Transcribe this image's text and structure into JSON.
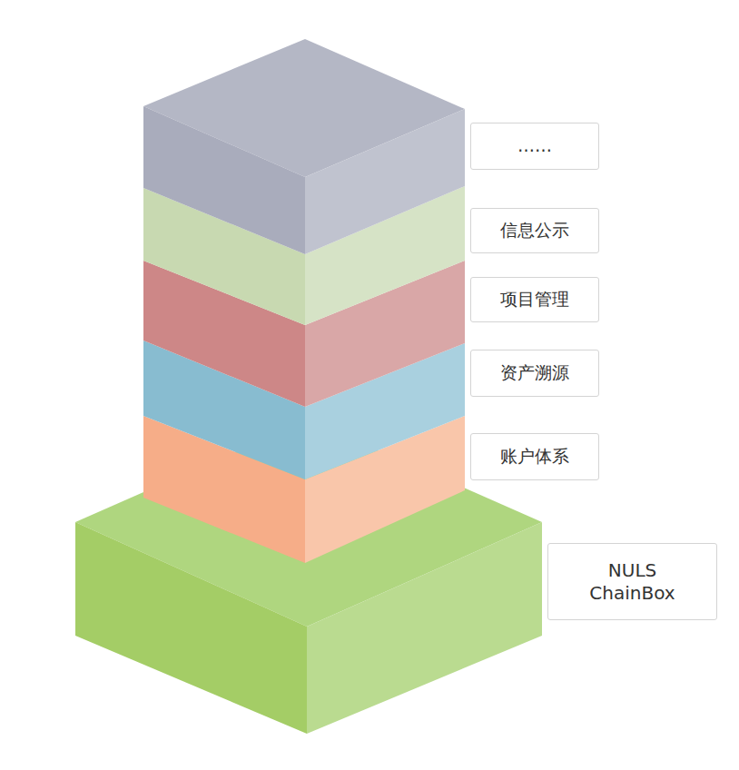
{
  "diagram": {
    "nodes": [
      {
        "text": [
          "……"
        ]
      },
      {
        "text": [
          "信息公示"
        ]
      },
      {
        "text": [
          "项目管理"
        ]
      },
      {
        "text": [
          "资产溯源"
        ]
      },
      {
        "text": [
          "账户体系"
        ]
      },
      {
        "text": [
          "NULS ChainBox"
        ]
      }
    ]
  }
}
